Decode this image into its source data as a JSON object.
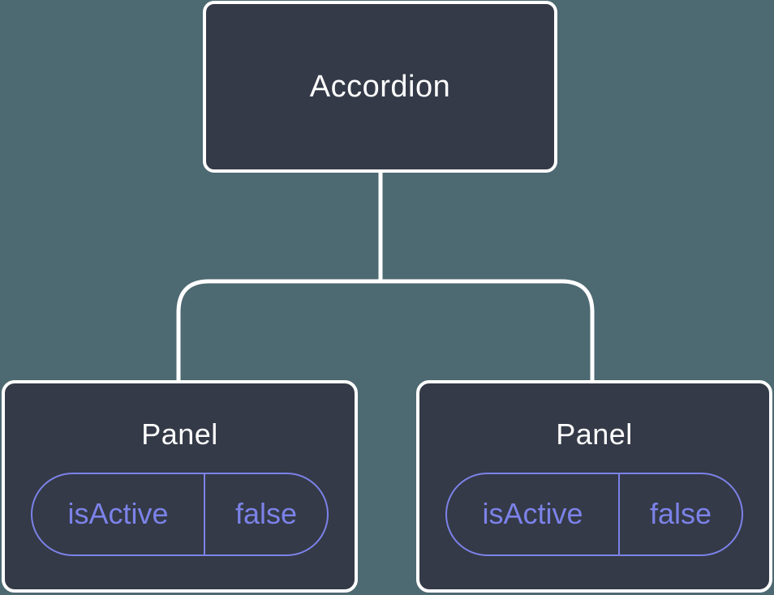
{
  "diagram": {
    "root": {
      "label": "Accordion"
    },
    "panels": [
      {
        "title": "Panel",
        "state": {
          "name": "isActive",
          "value": "false"
        }
      },
      {
        "title": "Panel",
        "state": {
          "name": "isActive",
          "value": "false"
        }
      }
    ],
    "colors": {
      "background": "#4d6971",
      "node_fill": "#343a47",
      "node_border": "#ffffff",
      "connector": "#ffffff",
      "state_accent": "#7c82e8"
    }
  }
}
